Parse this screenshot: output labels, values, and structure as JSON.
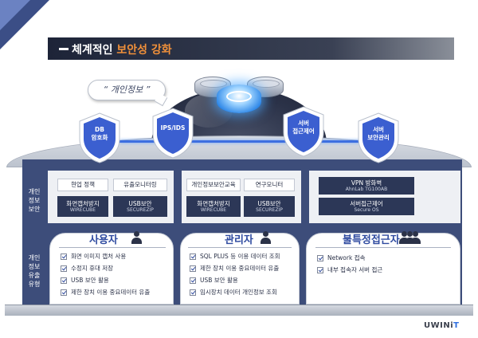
{
  "header": {
    "title_prefix": "체계적인",
    "title_accent": "보안성 강화"
  },
  "bubble": {
    "text": "“ 개인정보 ”"
  },
  "shields": [
    {
      "label": "DB\n암호화"
    },
    {
      "label": "IPS/IDS"
    },
    {
      "label": "서버\n접근제어"
    },
    {
      "label": "서버\n보안관리"
    }
  ],
  "side_labels": {
    "top": "개인정보보안",
    "bottom": "개인정보유출유형"
  },
  "top_panels": {
    "left": [
      {
        "label": "현업 정책"
      },
      {
        "label": "유출모니터링"
      },
      {
        "label": "화면캡처방지",
        "sub": "WIRECUBE"
      },
      {
        "label": "USB보안",
        "sub": "SECUREZIP"
      }
    ],
    "middle": [
      {
        "label": "개인정보보안교육"
      },
      {
        "label": "연구모니터"
      },
      {
        "label": "화면캡처방지",
        "sub": "WIRECUBE"
      },
      {
        "label": "USB보안",
        "sub": "SECUREZIP"
      }
    ],
    "right": [
      {
        "label": "VPN 방화벽",
        "sub": "AhnLab TG100AB"
      },
      {
        "label": "서버접근제어",
        "sub": "Secure OS"
      }
    ]
  },
  "roles": [
    {
      "title": "사용자",
      "items": [
        "화면 이미지 캡처 사용",
        "수정지 휴대 저장",
        "USB 보안 활용",
        "제한 장치 이용 중요데이터 유출"
      ]
    },
    {
      "title": "관리자",
      "items": [
        "SQL PLUS 등 이용 데이터 조회",
        "제한 장치 이용 중요데이터 유출",
        "USB 보안 활용",
        "임시장치 데이터 개인정보 조회"
      ]
    },
    {
      "title": "불특정접근자",
      "items": [
        "Network 접속",
        "내부 접속자 서버 접근"
      ]
    }
  ],
  "brand": {
    "name_main": "UWINi",
    "name_accent": "T"
  },
  "colors": {
    "primary_navy": "#3d4d7a",
    "accent_orange": "#f0903a",
    "shield_blue": "#3b5fd0",
    "role_blue": "#2f4ba0"
  },
  "icons": [
    "user-icon",
    "admin-icon",
    "group-icon",
    "checkbox-icon",
    "shield-icon",
    "database-core-icon"
  ]
}
